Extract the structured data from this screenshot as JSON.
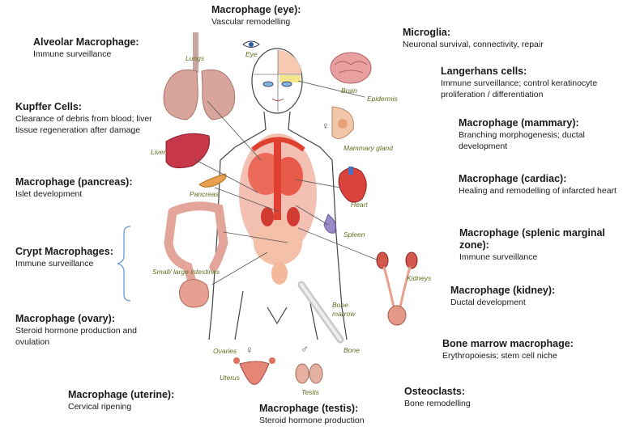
{
  "labels": [
    {
      "id": "eye",
      "title": "Macrophage (eye):",
      "desc": "Vascular remodelling"
    },
    {
      "id": "alveolar",
      "title": "Alveolar Macrophage:",
      "desc": "Immune surveillance"
    },
    {
      "id": "microglia",
      "title": "Microglia:",
      "desc": "Neuronal survival, connectivity, repair"
    },
    {
      "id": "langerhans",
      "title": "Langerhans cells:",
      "desc": "Immune surveillance; control keratinocyte proliferation / differentiation"
    },
    {
      "id": "kupffer",
      "title": "Kupffer Cells:",
      "desc": "Clearance of debris from blood; liver tissue regeneration after damage"
    },
    {
      "id": "mammary",
      "title": "Macrophage (mammary):",
      "desc": "Branching morphogenesis; ductal development"
    },
    {
      "id": "pancreas",
      "title": "Macrophage (pancreas):",
      "desc": "Islet development"
    },
    {
      "id": "cardiac",
      "title": "Macrophage (cardiac):",
      "desc": "Healing and remodelling of infarcted heart"
    },
    {
      "id": "crypt",
      "title": "Crypt Macrophages:",
      "desc": "Immune surveillance"
    },
    {
      "id": "splenic",
      "title": "Macrophage (splenic marginal zone):",
      "desc": "Immune surveillance"
    },
    {
      "id": "kidney",
      "title": "Macrophage (kidney):",
      "desc": "Ductal development"
    },
    {
      "id": "ovary",
      "title": "Macrophage (ovary):",
      "desc": "Steroid hormone production and ovulation"
    },
    {
      "id": "bonemarrow",
      "title": "Bone marrow macrophage:",
      "desc": "Erythropoiesis; stem cell niche"
    },
    {
      "id": "uterine",
      "title": "Macrophage (uterine):",
      "desc": "Cervical ripening"
    },
    {
      "id": "testis",
      "title": "Macrophage (testis):",
      "desc": "Steroid hormone production"
    },
    {
      "id": "osteoclasts",
      "title": "Osteoclasts:",
      "desc": "Bone remodelling"
    }
  ],
  "organs": {
    "lungs": "Lungs",
    "eye": "Eye",
    "brain": "Brain",
    "epidermis": "Epidermis",
    "mammary": "Mammary gland",
    "liver": "Liver",
    "pancreas": "Pancreas",
    "heart": "Heart",
    "spleen": "Spleen",
    "intestines": "Small/ large intestines",
    "kidneys": "Kidneys",
    "bone_marrow": "Bone marrow",
    "bone": "Bone",
    "ovaries": "Ovaries",
    "uterus": "Uterus",
    "testis": "Testis"
  },
  "symbols": {
    "female": "♀",
    "male": "♂"
  },
  "colors": {
    "title": "#1a1a1a",
    "organ_label": "#5f6f1e",
    "lines": "#555555",
    "bracket": "#6a9bd1",
    "organ_red": "#e0463c",
    "organ_pink": "#f2b7a8"
  }
}
